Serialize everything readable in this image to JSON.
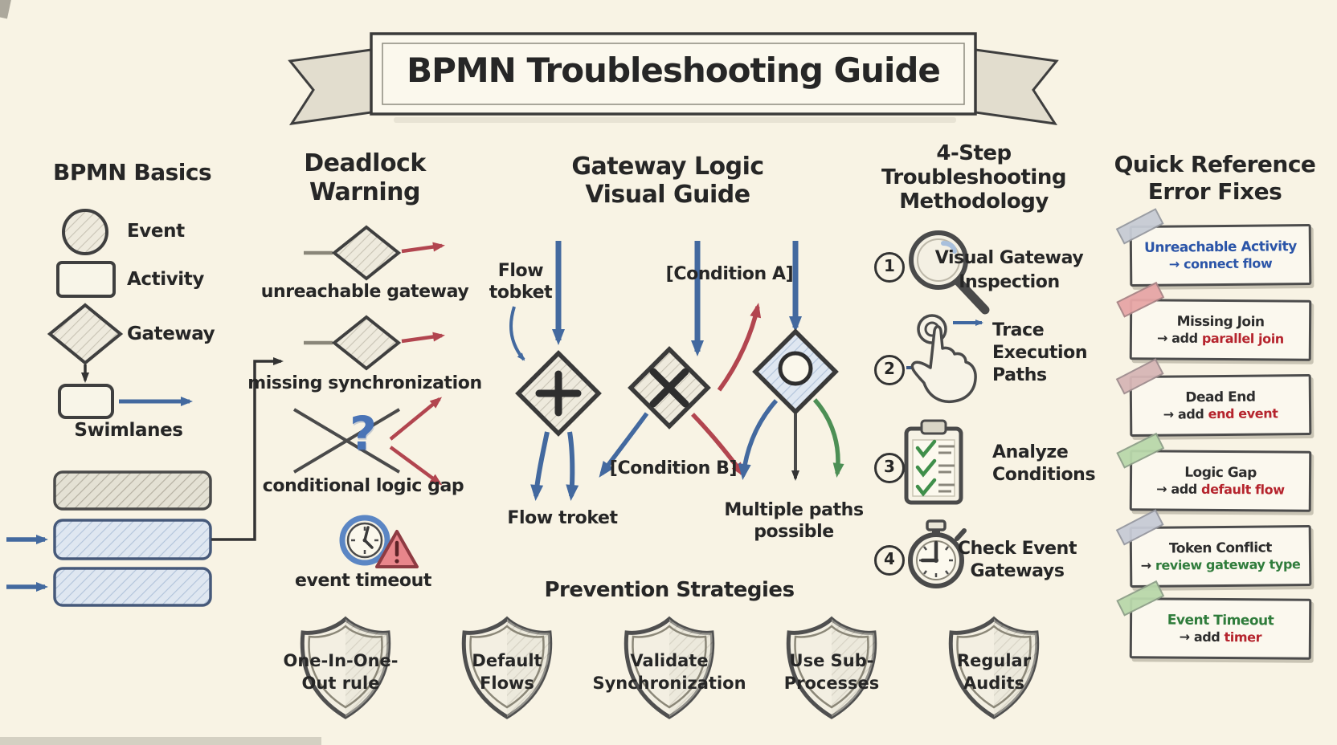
{
  "banner": {
    "title": "BPMN Troubleshooting Guide"
  },
  "colors": {
    "ink": "#2d2d2d",
    "flow_blue": "#43699f",
    "warn_red": "#b2454f",
    "ok_green": "#4d8f55",
    "paper": "#f8f3e4",
    "card_bg": "#fbf8ee"
  },
  "basics": {
    "heading": "BPMN Basics",
    "legend": [
      {
        "icon": "event-circle-icon",
        "label": "Event"
      },
      {
        "icon": "activity-rect-icon",
        "label": "Activity"
      },
      {
        "icon": "gateway-diamond-icon",
        "label": "Gateway"
      }
    ],
    "swimlanes_label": "Swimlanes"
  },
  "deadlock": {
    "heading_lines": [
      "Deadlock",
      "Warning"
    ],
    "question_mark": "?",
    "warnings": [
      "unreachable gateway",
      "missing synchronization",
      "conditional logic gap",
      "event timeout"
    ]
  },
  "gateway_logic": {
    "heading_lines": [
      "Gateway Logic",
      "Visual Guide"
    ],
    "flow_token_top_lines": [
      "Flow",
      "tobket"
    ],
    "condition_a": "[Condition A]",
    "condition_b": "[Condition B]",
    "flow_token_bottom": "Flow troket",
    "multiple_paths_lines": [
      "Multiple paths",
      "possible"
    ]
  },
  "methodology": {
    "heading_lines": [
      "4-Step",
      "Troubleshooting",
      "Methodology"
    ],
    "steps": [
      {
        "number": "1",
        "icon": "magnifier-icon",
        "label_lines": [
          "Visual Gateway",
          "Inspection"
        ]
      },
      {
        "number": "2",
        "icon": "pointing-hand-icon",
        "label_lines": [
          "Trace",
          "Execution",
          "Paths"
        ]
      },
      {
        "number": "3",
        "icon": "checklist-clipboard-icon",
        "label_lines": [
          "Analyze",
          "Conditions"
        ]
      },
      {
        "number": "4",
        "icon": "stopwatch-icon",
        "label_lines": [
          "Check Event",
          "Gateways"
        ]
      }
    ]
  },
  "quick_ref": {
    "heading_lines": [
      "Quick Reference",
      "Error Fixes"
    ],
    "cards": [
      {
        "title": "Unreachable Activity",
        "title_color": "#2b55a8",
        "fix_prefix": "→ connect flow",
        "fix_prefix_color": "#2b55a8",
        "fix_highlight": "",
        "fix_highlight_color": "#2b55a8",
        "tape_color": "#c7ccd5"
      },
      {
        "title": "Missing Join",
        "title_color": "#2d2d2d",
        "fix_prefix": "→ add ",
        "fix_prefix_color": "#2d2d2d",
        "fix_highlight": "parallel join",
        "fix_highlight_color": "#b5242d",
        "tape_color": "#e7a6a6"
      },
      {
        "title": "Dead End",
        "title_color": "#2d2d2d",
        "fix_prefix": "→ add ",
        "fix_prefix_color": "#2d2d2d",
        "fix_highlight": "end event",
        "fix_highlight_color": "#b5242d",
        "tape_color": "#d7b6b6"
      },
      {
        "title": "Logic Gap",
        "title_color": "#2d2d2d",
        "fix_prefix": "→ add ",
        "fix_prefix_color": "#2d2d2d",
        "fix_highlight": "default flow",
        "fix_highlight_color": "#b5242d",
        "tape_color": "#b9d8ab"
      },
      {
        "title": "Token Conflict",
        "title_color": "#2d2d2d",
        "fix_prefix": "→ ",
        "fix_prefix_color": "#2d2d2d",
        "fix_highlight": "review gateway type",
        "fix_highlight_color": "#2f7c3b",
        "tape_color": "#c7cbd6"
      },
      {
        "title": "Event Timeout",
        "title_color": "#2f7c3b",
        "fix_prefix": "→ add ",
        "fix_prefix_color": "#2d2d2d",
        "fix_highlight": "timer",
        "fix_highlight_color": "#b5242d",
        "tape_color": "#b9d8ab"
      }
    ]
  },
  "prevention": {
    "heading": "Prevention Strategies",
    "shields": [
      {
        "label_lines": [
          "One-In-One-",
          "Out rule"
        ]
      },
      {
        "label_lines": [
          "Default",
          "Flows"
        ]
      },
      {
        "label_lines": [
          "Validate",
          "Synchronization"
        ]
      },
      {
        "label_lines": [
          "Use Sub-",
          "Processes"
        ]
      },
      {
        "label_lines": [
          "Regular",
          "Audits"
        ]
      }
    ]
  }
}
